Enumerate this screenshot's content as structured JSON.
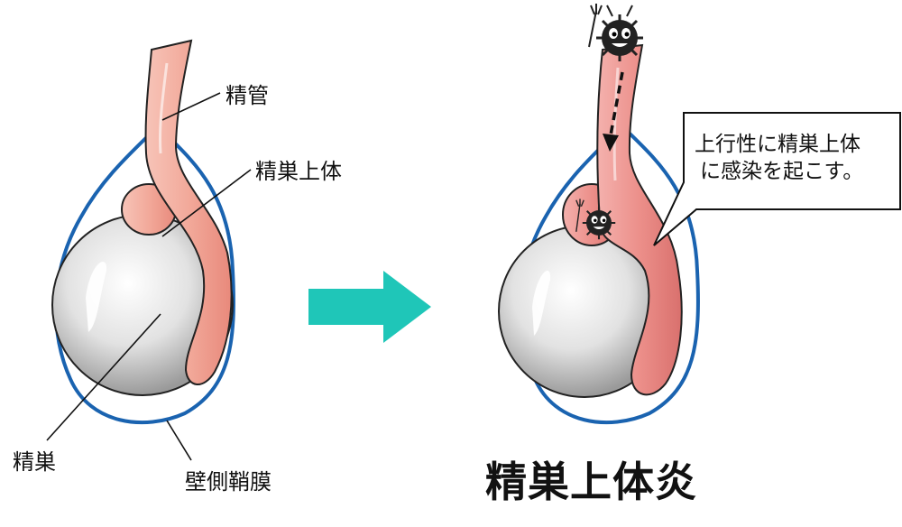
{
  "labels": {
    "vas_deferens": "精管",
    "epididymis": "精巣上体",
    "testis": "精巣",
    "tunica": "壁側鞘膜"
  },
  "title": "精巣上体炎",
  "callout": {
    "line1": "上行性に精巣上体",
    "line2": "に感染を起こす。"
  },
  "colors": {
    "outline": "#1a63b0",
    "duct": "#f2a99a",
    "duct_inflamed": "#ec8f8a",
    "arrow": "#1fc6b8"
  }
}
